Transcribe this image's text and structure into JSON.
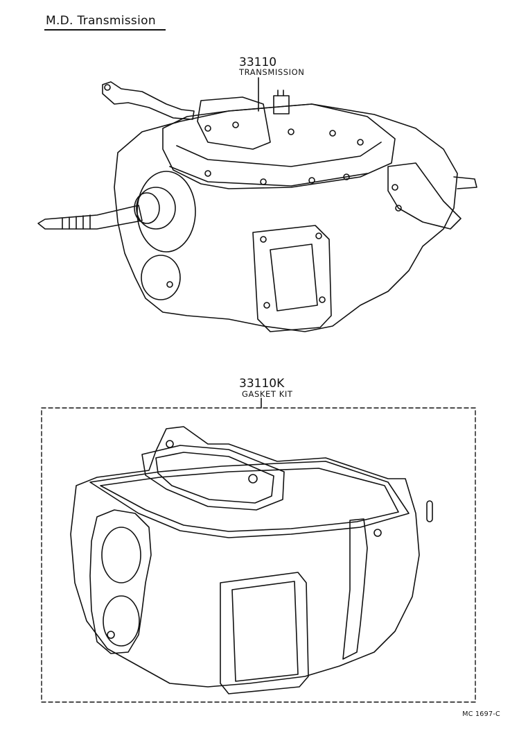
{
  "page_title": "M.D.  Transmission",
  "parts": [
    {
      "number": "33110",
      "name": "TRANSMISSION"
    },
    {
      "number": "33110K",
      "name": "GASKET KIT"
    }
  ],
  "footer_code": "MC  1697-C"
}
